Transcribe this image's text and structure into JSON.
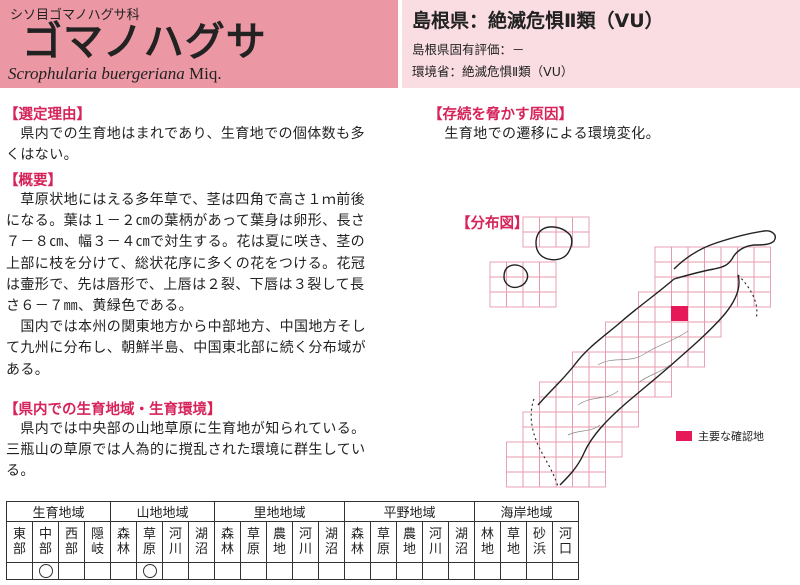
{
  "header": {
    "family": "シソ目ゴマノハグサ科",
    "japanese_name": "ゴマノハグサ",
    "scientific_name": "Scrophularia buergeriana",
    "author": "Miq.",
    "rank_main": "島根県：絶滅危惧Ⅱ類（VU）",
    "rank_local": "島根県固有評価：－",
    "rank_national": "環境省：絶滅危惧Ⅱ類（VU）"
  },
  "sections": {
    "reason": {
      "title": "【選定理由】",
      "lines": [
        "　県内での生育地はまれであり、生育地での個体数も多",
        "くはない。"
      ]
    },
    "overview": {
      "title": "【概要】",
      "lines": [
        "　草原状地にはえる多年草で、茎は四角で高さ１ｍ前後",
        "になる。葉は１－２㎝の葉柄があって葉身は卵形、長さ",
        "７－８㎝、幅３－４㎝で対生する。花は夏に咲き、茎の",
        "上部に枝を分けて、総状花序に多くの花をつける。花冠",
        "は壷形で、先は唇形で、上唇は２裂、下唇は３裂して長",
        "さ６－７㎜、黄緑色である。",
        "　国内では本州の関東地方から中部地方、中国地方そし",
        "て九州に分布し、朝鮮半島、中国東北部に続く分布域が",
        "ある。"
      ]
    },
    "habitat": {
      "title": "【県内での生育地域・生育環境】",
      "lines": [
        "　県内では中央部の山地草原に生育地が知られている。",
        "三瓶山の草原では人為的に撹乱された環境に群生してい",
        "る。"
      ]
    },
    "threat": {
      "title": "【存続を脅かす原因】",
      "lines": [
        "　生育地での遷移による環境変化。"
      ]
    },
    "map": {
      "title": "【分布図】",
      "legend": "主要な確認地",
      "legend_color": "#e6185a"
    }
  },
  "habitat_table": {
    "groups": [
      "生育地域",
      "山地地域",
      "里地地域",
      "平野地域",
      "海岸地域"
    ],
    "categories": [
      "東部",
      "中部",
      "西部",
      "隠岐",
      "森林",
      "草原",
      "河川",
      "湖沼",
      "森林",
      "草原",
      "農地",
      "河川",
      "湖沼",
      "森林",
      "草原",
      "農地",
      "河川",
      "湖沼",
      "林地",
      "草地",
      "砂浜",
      "河口"
    ],
    "marks": [
      "中部",
      "山地地域 草原"
    ]
  }
}
